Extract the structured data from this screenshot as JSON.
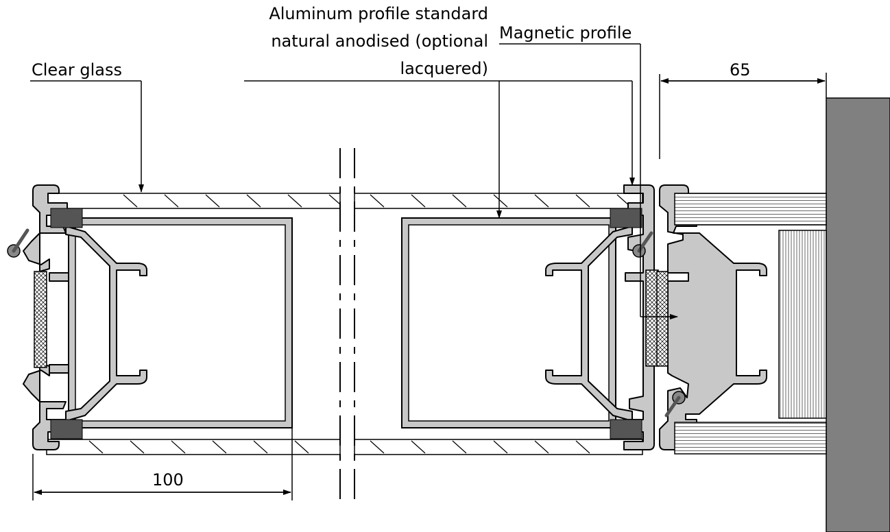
{
  "labels": {
    "clear_glass": "Clear glass",
    "aluminum_profile_line1": "Aluminum profile standard",
    "aluminum_profile_line2": "natural anodised (optional",
    "aluminum_profile_line3": "lacquered)",
    "magnetic_profile": "Magnetic profile"
  },
  "dimensions": {
    "profile_width": "100",
    "wall_offset": "65"
  },
  "colors": {
    "profile_fill": "#c8c8c8",
    "wall_fill": "#808080",
    "gasket_fill": "#555555",
    "line": "#000000"
  }
}
